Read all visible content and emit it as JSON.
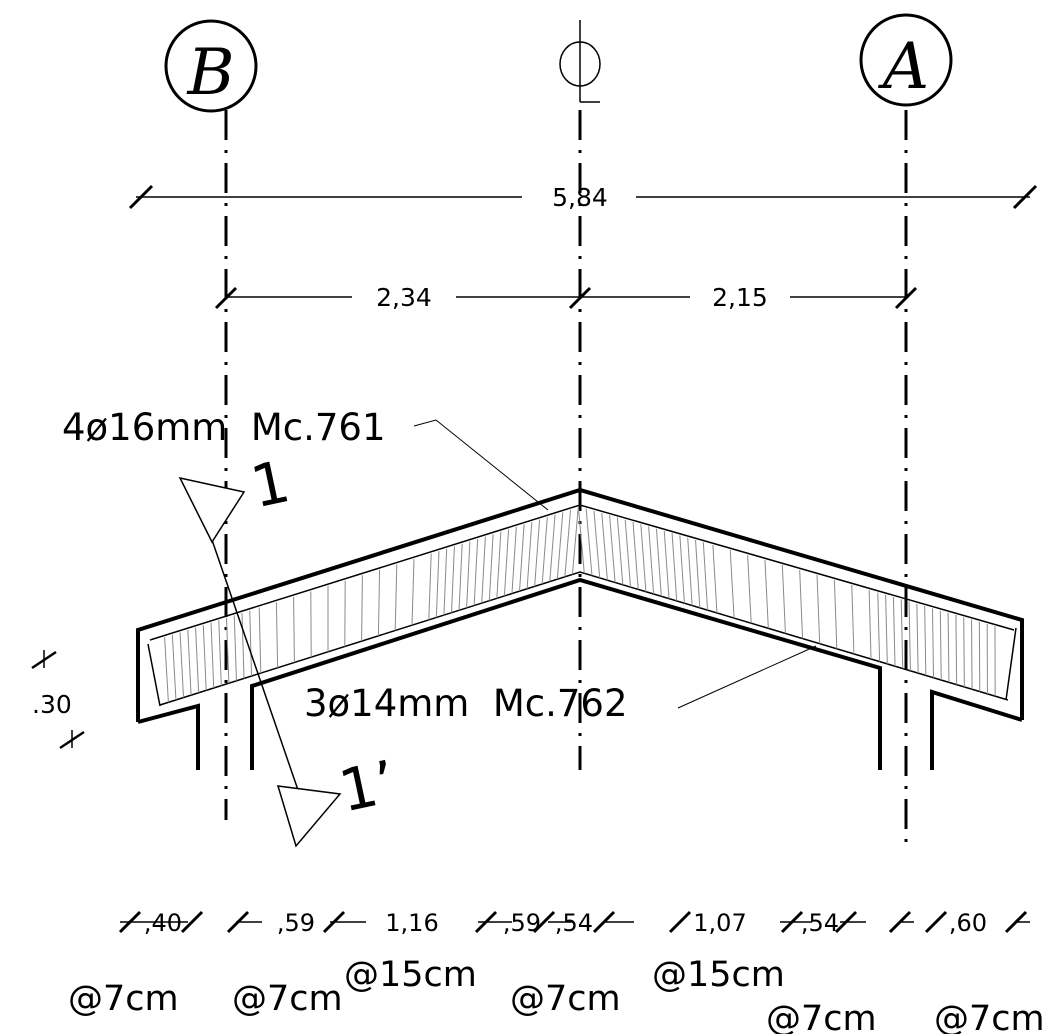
{
  "grid": {
    "left": "B",
    "right": "A"
  },
  "dimensions": {
    "overall": "5,84",
    "left_span": "2,34",
    "right_span": "2,15",
    "thickness": ".30",
    "bottom": [
      ",40",
      ",59",
      "1,16",
      ",59",
      ",54",
      "1,07",
      ",54",
      ",60"
    ]
  },
  "labels": {
    "top_rebar": "4ø16mm  Mc.761",
    "bottom_rebar": "3ø14mm  Mc.762"
  },
  "section": {
    "mark_top": "1",
    "mark_bottom": "1’"
  },
  "spacings": [
    "@7cm",
    "@7cm",
    "@15cm",
    "@7cm",
    "@15cm",
    "@7cm",
    "@7cm"
  ],
  "colors": {
    "line": "#000000",
    "stirrup": "#8a8a8a"
  }
}
